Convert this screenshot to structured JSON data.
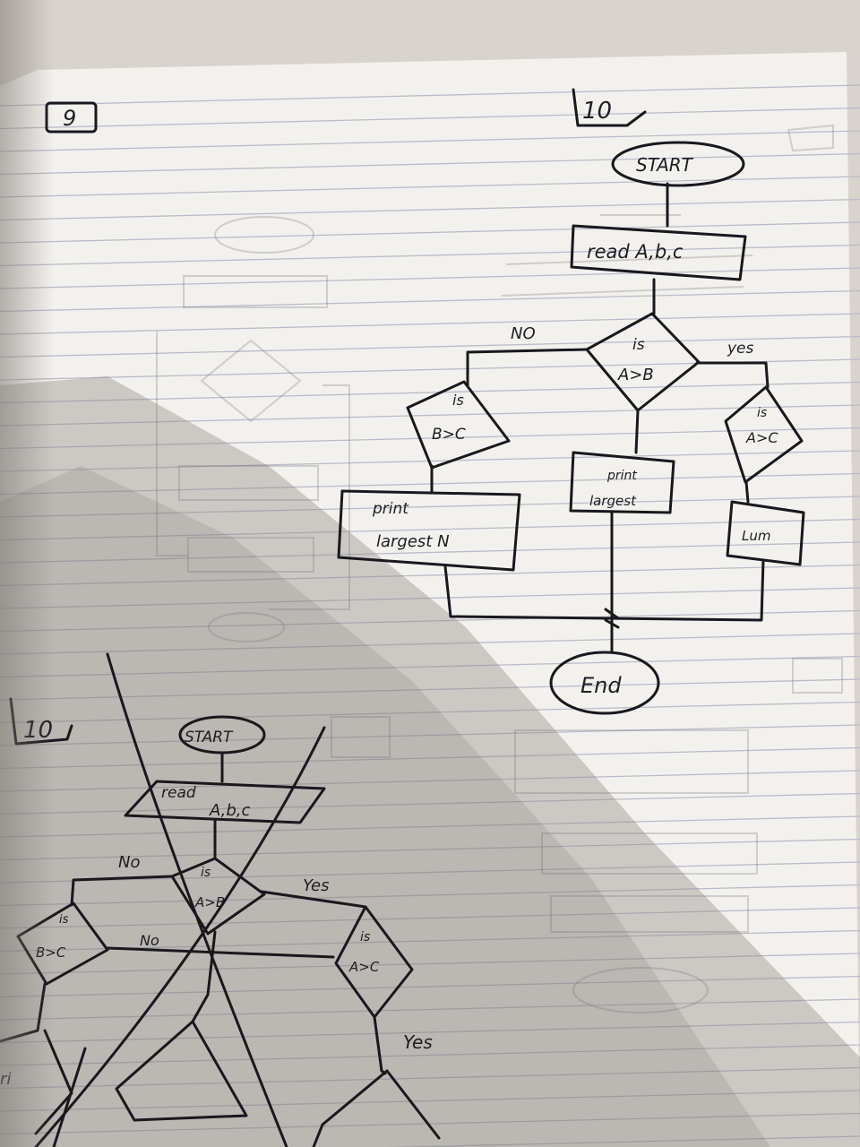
{
  "page": {
    "label_top_left": "9",
    "label_top_right": "10",
    "label_bottom_left": "10"
  },
  "flowchart_top": {
    "start": "START",
    "read": "read A,b,c",
    "decision_ab": [
      "is",
      "A>B"
    ],
    "no_label": "NO",
    "yes_label": "yes",
    "decision_bc": [
      "is",
      "B>C"
    ],
    "decision_ac": [
      "is",
      "A>C"
    ],
    "print_left": [
      "print",
      "largest N"
    ],
    "print_mid": [
      "print",
      "largest"
    ],
    "print_right": "Lum",
    "end": "End"
  },
  "flowchart_bottom": {
    "start": "START",
    "read": [
      "read",
      "A,b,c"
    ],
    "decision_ab": [
      "is",
      "A>B"
    ],
    "no_label": "No",
    "yes_label": "Yes",
    "decision_bc": [
      "is",
      "B>C"
    ],
    "no_label_2": "No",
    "decision_ac": [
      "is",
      "A>C"
    ],
    "yes_label_2": "Yes",
    "fragment": "ri"
  },
  "colors": {
    "paper": "#f3f1ee",
    "ruled_line": "#b9bcc8",
    "ink": "#18181d",
    "shadow": "#8f8a84"
  }
}
